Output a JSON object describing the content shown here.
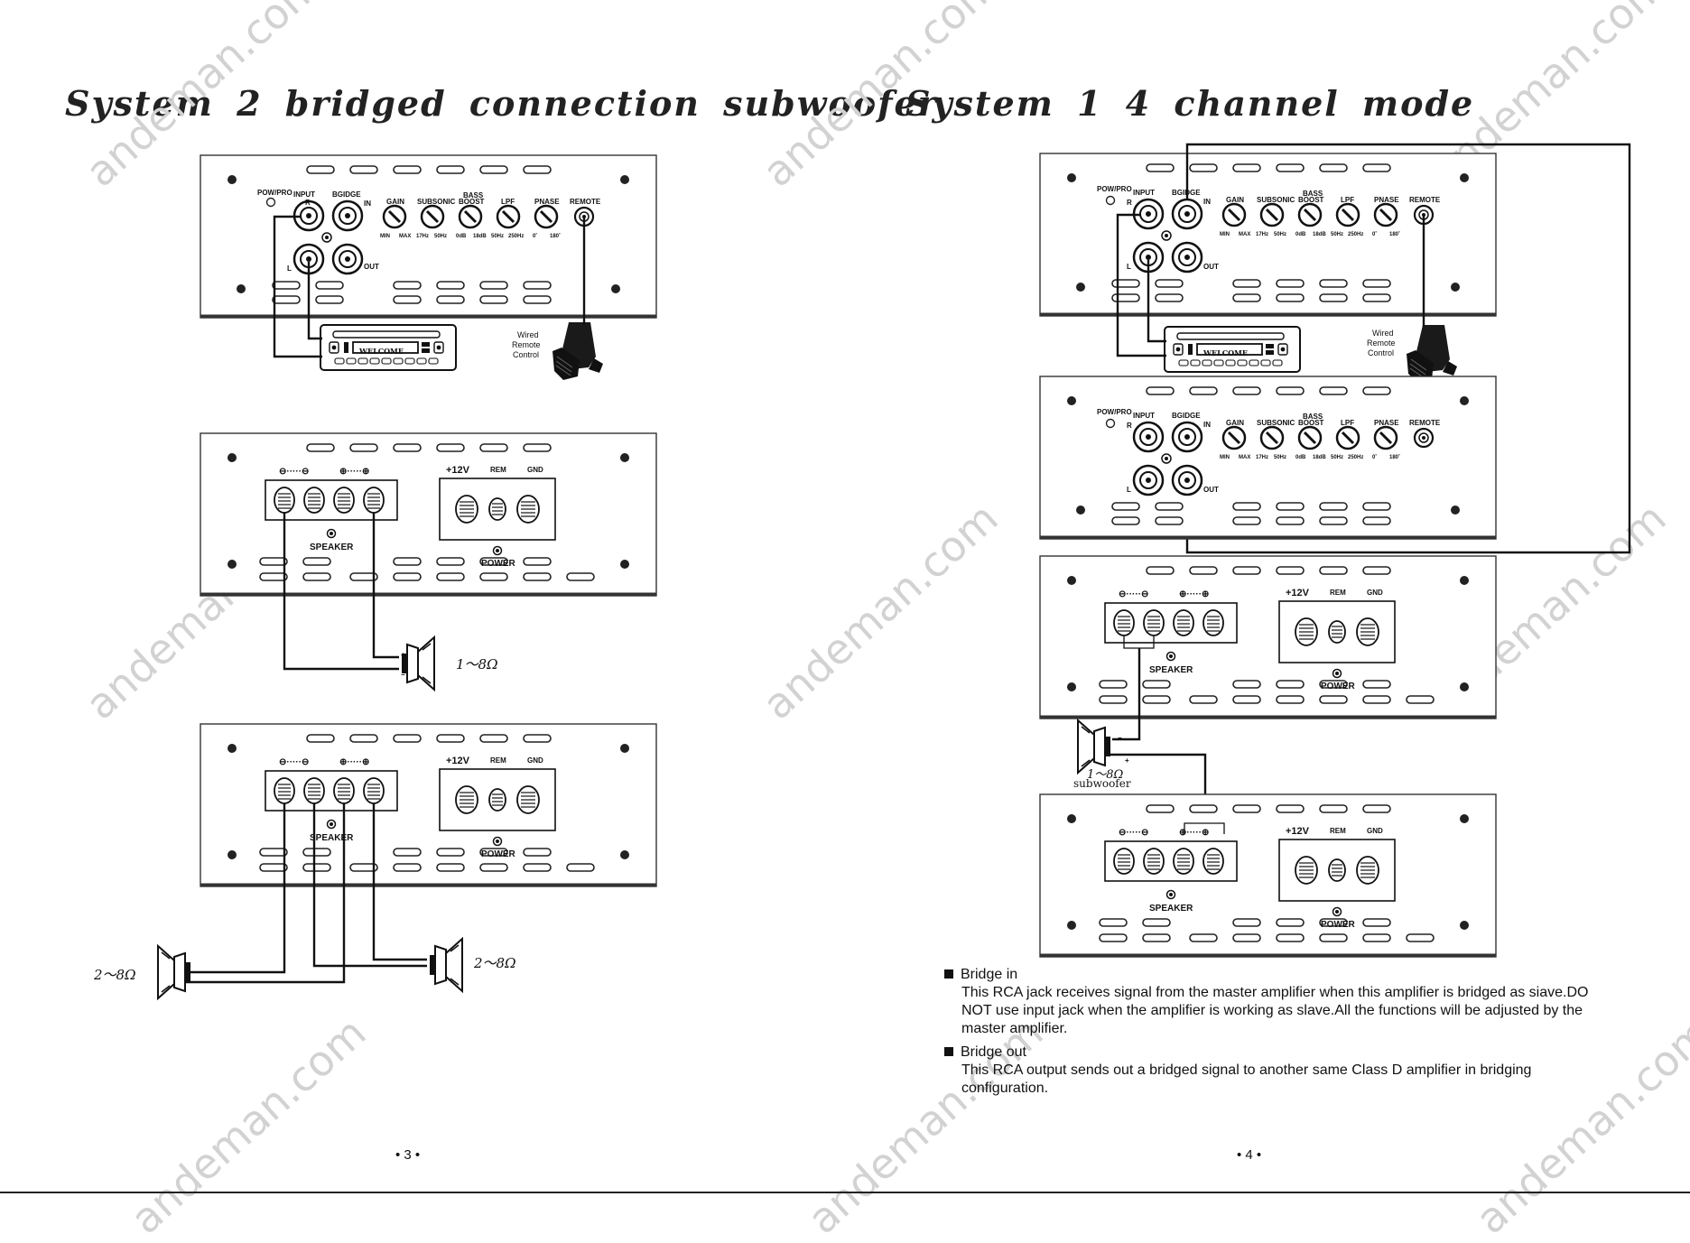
{
  "left_page": {
    "title": "System 2 bridged connection subwoofer",
    "page_number": "• 3 •"
  },
  "right_page": {
    "title": "System 1 4 channel mode",
    "page_number": "• 4 •",
    "notes": [
      {
        "title": "Bridge in",
        "body": "This RCA jack receives signal from the master amplifier when this amplifier is bridged as siave.DO NOT use input jack when the amplifier is working as slave.All the functions will be adjusted by the master amplifier."
      },
      {
        "title": "Bridge out",
        "body": "This RCA output sends out a bridged signal to another same Class D amplifier in bridging configuration."
      }
    ]
  },
  "watermark": "andeman.com",
  "amp_front": {
    "pow_pro": "POW/PRO",
    "input": "INPUT",
    "bgidge": "BGIDGE",
    "r": "R",
    "l": "L",
    "in": "IN",
    "out": "OUT",
    "gain": "GAIN",
    "subsonic": "SUBSONIC",
    "bass": "BASS",
    "boost": "BOOST",
    "lpf": "LPF",
    "pnase": "PNASE",
    "remote": "REMOTE",
    "scale_min": "MIN",
    "scale_max": "MAX",
    "scale_17hz": "17Hz",
    "scale_50hz": "50Hz",
    "scale_0db": "0dB",
    "scale_18db": "18dB",
    "scale_250hz": "250Hz",
    "scale_0deg": "0˚",
    "scale_180deg": "180˚"
  },
  "amp_rear": {
    "minus_minus": "⊖·····⊖",
    "plus_plus": "⊕·····⊕",
    "v12": "+12V",
    "rem": "REM",
    "gnd": "GND",
    "speaker": "SPEAKER",
    "power": "POWER"
  },
  "headunit": {
    "display": "WELCOME"
  },
  "remote_control": {
    "line1": "Wired",
    "line2": "Remote",
    "line3": "Control"
  },
  "speakers": {
    "bridged_load": "1～8Ω",
    "dual_load": "2～8Ω",
    "sub_load": "1～8Ω",
    "sub_label": "subwoofer"
  }
}
